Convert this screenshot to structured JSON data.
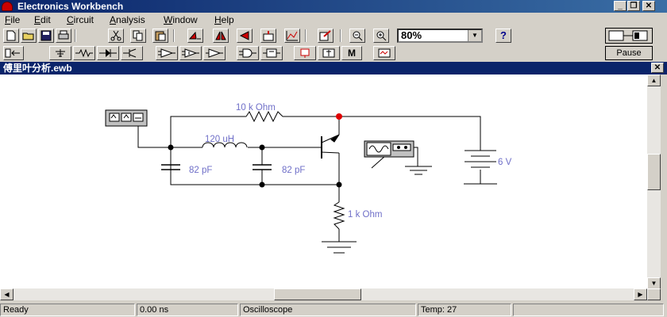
{
  "window": {
    "title": "Electronics Workbench",
    "controls": {
      "minimize": "_",
      "maximize": "❐",
      "close": "✕"
    }
  },
  "menu": {
    "items": [
      {
        "ul": "F",
        "rest": "ile"
      },
      {
        "ul": "E",
        "rest": "dit"
      },
      {
        "ul": "C",
        "rest": "ircuit"
      },
      {
        "ul": "A",
        "rest": "nalysis"
      },
      {
        "ul": "W",
        "rest": "indow"
      },
      {
        "ul": "H",
        "rest": "elp"
      }
    ]
  },
  "toolbar": {
    "zoom_value": "80%",
    "help_label": "?",
    "pause_label": "Pause",
    "m_label": "M"
  },
  "document": {
    "title": "傅里叶分析.ewb",
    "close": "✕"
  },
  "circuit": {
    "labels": {
      "r_feedback": "10 k Ohm",
      "inductor": "120 uH",
      "cap1": "82 pF",
      "cap2": "82 pF",
      "r_emitter": "1 k Ohm",
      "battery": "6 V"
    },
    "colors": {
      "wire": "#000000",
      "label": "#6f6fc8",
      "probe": "#e00000"
    }
  },
  "status": {
    "state": "Ready",
    "time": "0.00 ns",
    "instrument": "Oscilloscope",
    "temp": "Temp:  27"
  }
}
